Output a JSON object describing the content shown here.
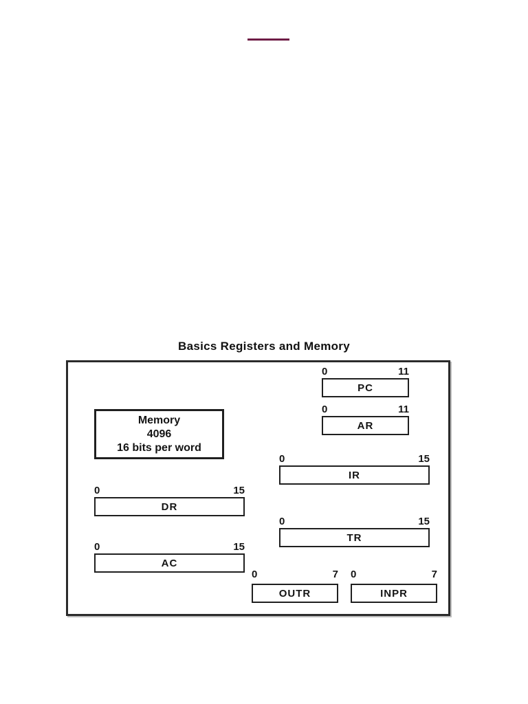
{
  "page": {
    "top_divider_color": "#6e1c45"
  },
  "figure": {
    "title": "Basics Registers and Memory",
    "memory_box": {
      "lines": [
        "Memory",
        "4096",
        "16 bits per word"
      ]
    },
    "registers": [
      {
        "name": "PC",
        "low_bit": "0",
        "high_bit": "11"
      },
      {
        "name": "AR",
        "low_bit": "0",
        "high_bit": "11"
      },
      {
        "name": "IR",
        "low_bit": "0",
        "high_bit": "15"
      },
      {
        "name": "DR",
        "low_bit": "0",
        "high_bit": "15"
      },
      {
        "name": "TR",
        "low_bit": "0",
        "high_bit": "15"
      },
      {
        "name": "AC",
        "low_bit": "0",
        "high_bit": "15"
      },
      {
        "name": "OUTR",
        "low_bit": "0",
        "high_bit": "7"
      },
      {
        "name": "INPR",
        "low_bit": "0",
        "high_bit": "7"
      }
    ]
  }
}
